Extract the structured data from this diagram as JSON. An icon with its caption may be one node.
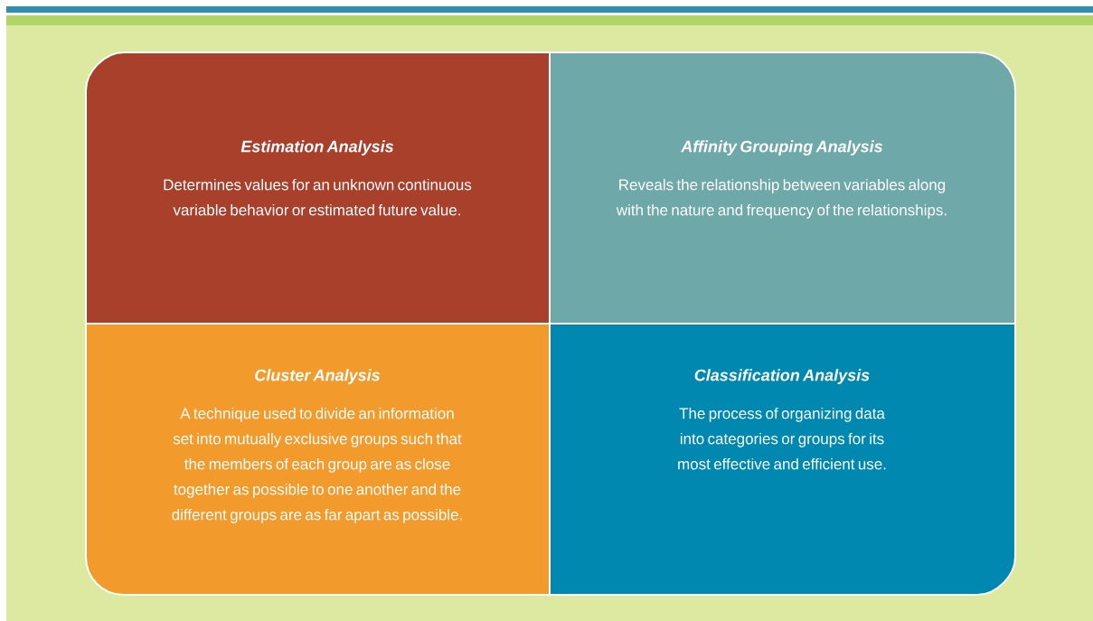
{
  "diagram": {
    "nodes": [
      {
        "text": [
          "Estimation Analysis",
          "Determines values for an unknown continuous variable behavior or estimated future value."
        ]
      },
      {
        "text": [
          "Affinity Grouping Analysis",
          "Reveals the relationship between variables along with the nature and frequency of the relationships."
        ]
      },
      {
        "text": [
          "Cluster Analysis",
          "A technique used to divide an information set into mutually exclusive groups such that the members of each group are as close together as possible to one another and the different groups are as far apart as possible."
        ]
      },
      {
        "text": [
          "Classification Analysis",
          "The process of organizing data into categories or groups for its most effective and efficient use."
        ]
      }
    ]
  }
}
